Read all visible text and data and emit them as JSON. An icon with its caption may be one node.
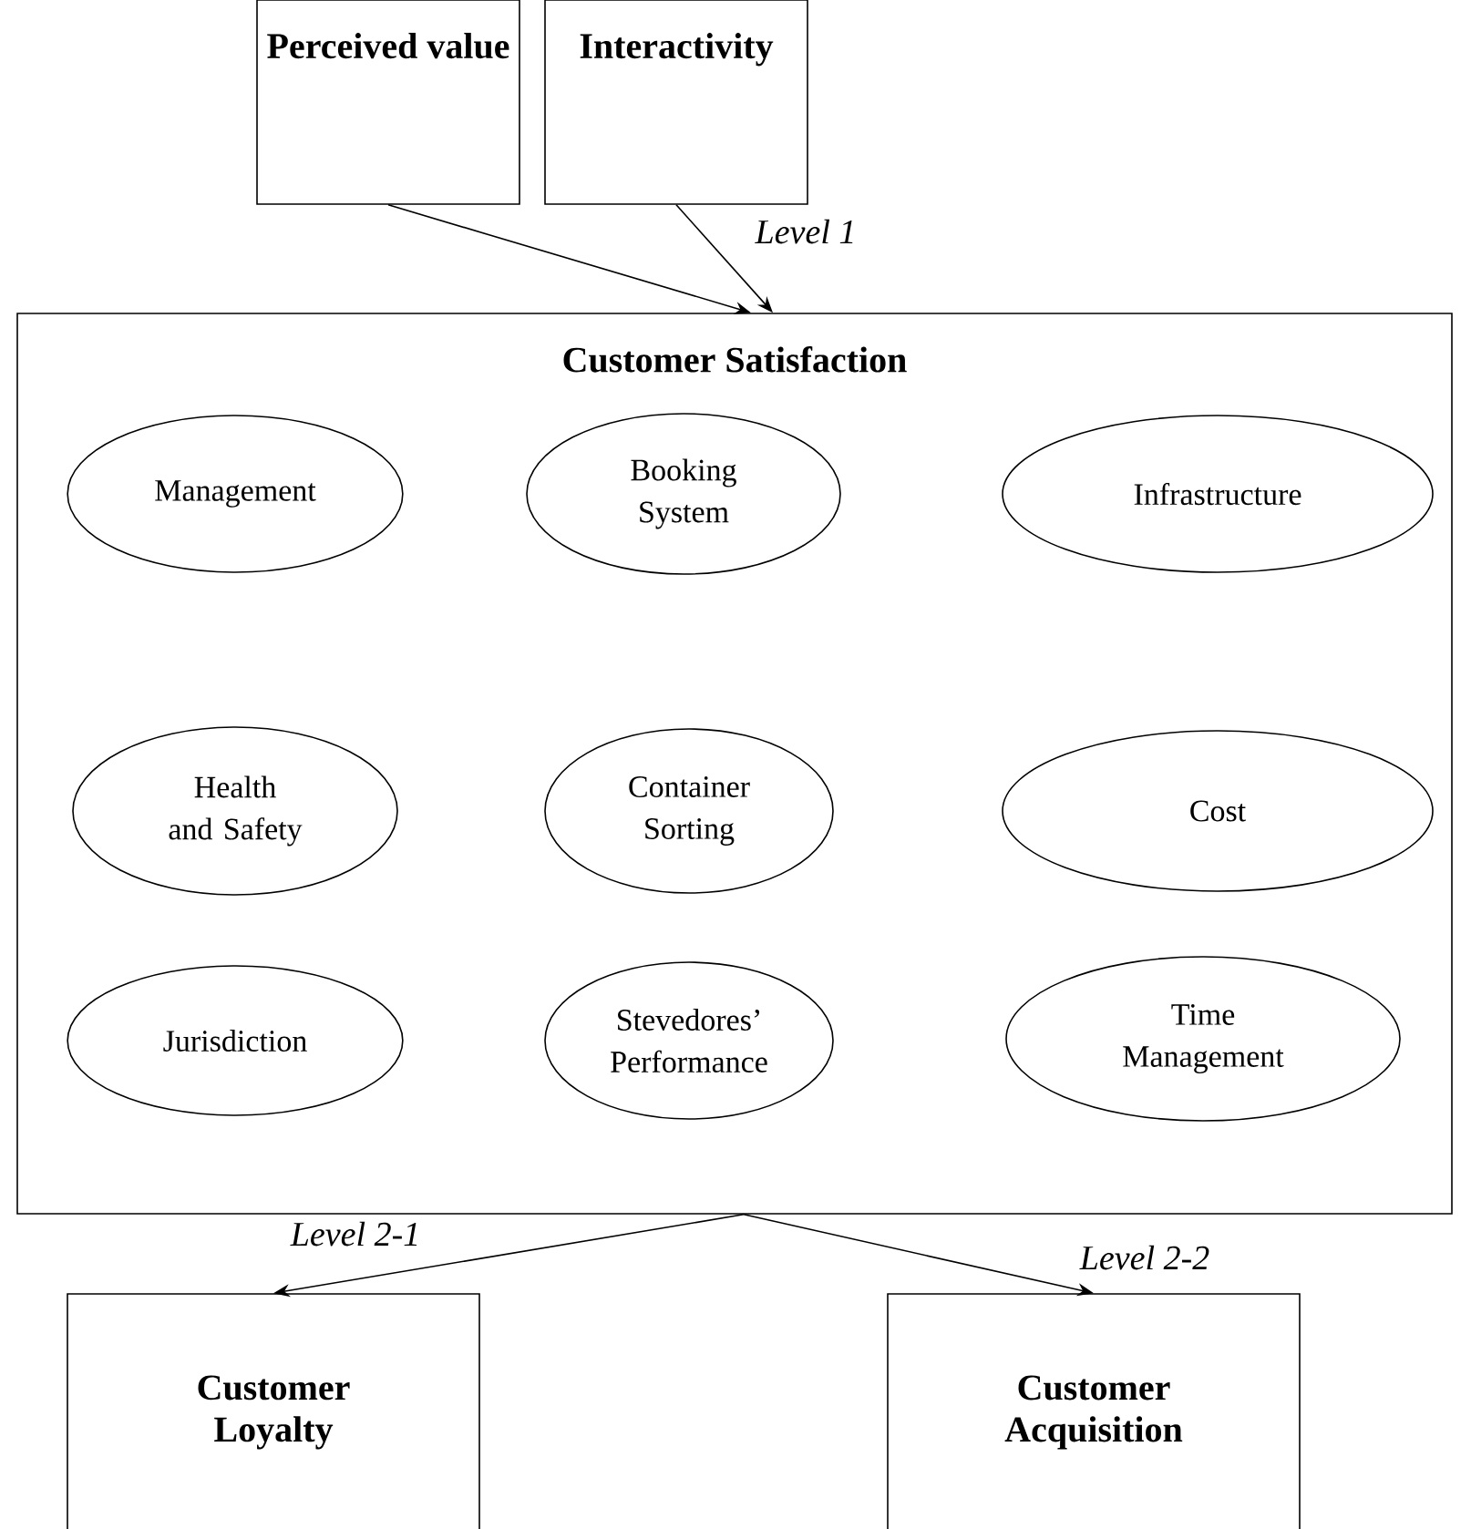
{
  "diagram": {
    "nodes": [
      {
        "text": [
          "Perceived value"
        ]
      },
      {
        "text": [
          "Interactivity"
        ]
      },
      {
        "text": [
          "Customer Satisfaction"
        ]
      },
      {
        "text": [
          "Management"
        ],
        "in": 2
      },
      {
        "text": [
          "Booking System"
        ],
        "in": 2
      },
      {
        "text": [
          "Infrastructure"
        ],
        "in": 2
      },
      {
        "text": [
          "Health and Safety"
        ],
        "in": 2
      },
      {
        "text": [
          "Container Sorting"
        ],
        "in": 2
      },
      {
        "text": [
          "Cost"
        ],
        "in": 2
      },
      {
        "text": [
          "Jurisdiction"
        ],
        "in": 2
      },
      {
        "text": [
          "Stevedores’ Performance"
        ],
        "in": 2
      },
      {
        "text": [
          "Time Management"
        ],
        "in": 2
      },
      {
        "text": [
          "Customer Loyalty"
        ]
      },
      {
        "text": [
          "Customer Acquisition"
        ]
      }
    ],
    "edges": [
      {
        "from": 0,
        "to": 2,
        "arrow": "to"
      },
      {
        "from": 1,
        "to": 2,
        "arrow": "to"
      },
      {
        "from": 2,
        "to": 12,
        "arrow": "to",
        "label": "Level 2-1"
      },
      {
        "from": 2,
        "to": 13,
        "arrow": "to",
        "label": "Level 2-2"
      }
    ],
    "labels": [
      "Level 1"
    ]
  }
}
